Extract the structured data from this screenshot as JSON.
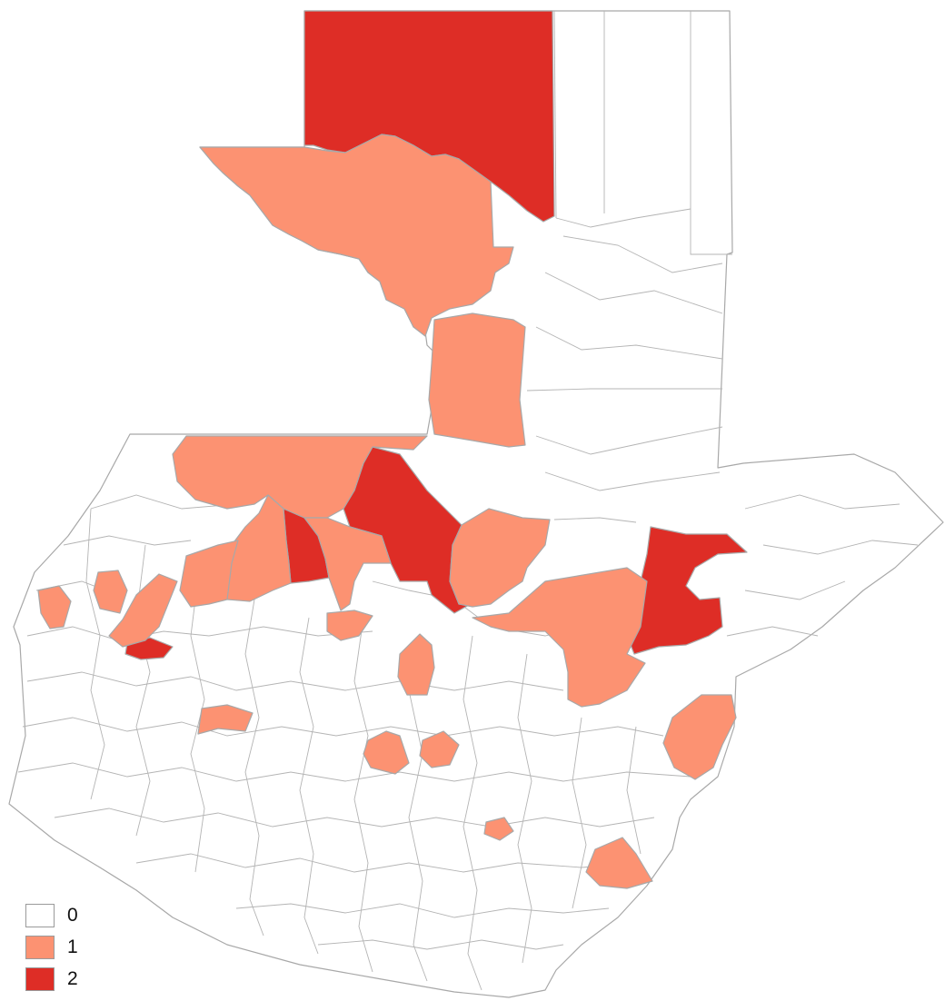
{
  "colors": {
    "0": "#ffffff",
    "1": "#fc9272",
    "2": "#de2d26",
    "boundary": "#a8a8a8"
  },
  "legend": [
    {
      "label": "0",
      "class": "0"
    },
    {
      "label": "1",
      "class": "1"
    },
    {
      "label": "2",
      "class": "2"
    }
  ]
}
